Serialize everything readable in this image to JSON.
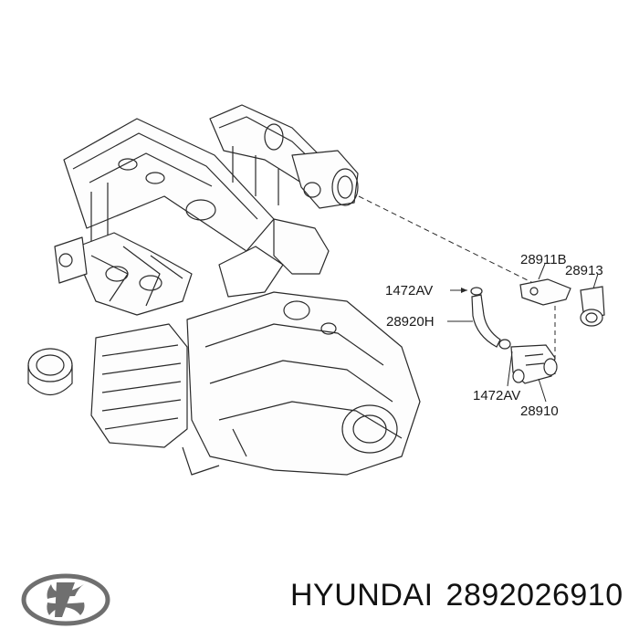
{
  "part_labels": {
    "p28911b": "28911B",
    "p28913": "28913",
    "p1472av_top": "1472AV",
    "p28920h": "28920H",
    "p1472av_bottom": "1472AV",
    "p28910": "28910"
  },
  "footer": {
    "brand": "HYUNDAI",
    "part_number": "2892026910"
  },
  "colors": {
    "line": "#2a2a2a",
    "text": "#111111",
    "background": "#ffffff"
  },
  "logo": {
    "icon": "hyundai-logo-icon"
  }
}
